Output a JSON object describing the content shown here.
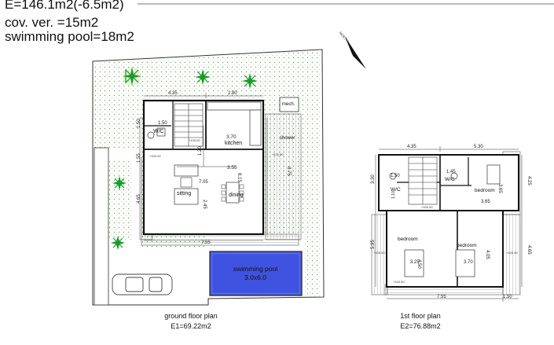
{
  "header": {
    "area_total": "E=146.1m2(-6.5m2)",
    "covered_veranda": "cov. ver. =15m2",
    "swimming_pool_area": "swimming pool=18m2"
  },
  "ground_floor": {
    "caption": "ground floor plan",
    "area": "E1=69.22m2",
    "dims": {
      "top_left": "4.35",
      "top_right": "2.80",
      "wc_width": "1.50",
      "wc_height": "1.50",
      "kitchen_width": "3.70",
      "stair_gap": "1.20",
      "side_left": "1.55",
      "main_width": "3.55",
      "main_height": "8.15",
      "interior_mid": "7.05",
      "left_height": "4.65",
      "right_height": "8.75",
      "mid_small": "2.45",
      "bottom_width": "7.55"
    },
    "rooms": {
      "wc": "W/C",
      "kitchen": "kitchen",
      "sitting": "sitting",
      "dining": "dining",
      "mech": "mech.",
      "shower": "shower",
      "pool_line1": "swimming pool",
      "pool_line2": "3.0x6.0"
    },
    "levels": {
      "l1": "+100.00",
      "l2": "+100.00",
      "l3": "+100.50"
    }
  },
  "first_floor": {
    "caption": "1st floor plan",
    "area": "E2=76.88m2",
    "dims": {
      "top_left": "4.35",
      "top_right": "5.30",
      "left_top": "3.30",
      "wc_w": "1.50",
      "wc2_w": "1.45",
      "bedroom_height": "3.65",
      "bedroom_width": "3.65",
      "side_right_top": "4.25",
      "left_bottom": "5.95",
      "bed1_w": "3.25",
      "bed1_h": "4.50",
      "bed2_w": "3.70",
      "bed2_h": "4.05",
      "right_bottom": "4.65",
      "bottom_width": "7.55",
      "bottom_extra": "1.50",
      "small_wc": "1.10"
    },
    "rooms": {
      "wc1": "W/C",
      "wc2": "W/C",
      "bedroom1": "bedroom",
      "bedroom2": "bedroom",
      "bedroom3": "bedroom"
    },
    "levels": {
      "l1": "+100.00",
      "l2": "+100.00",
      "l3": "+100.00",
      "l4": "+100.00"
    }
  },
  "north_label": "NORTH",
  "colors": {
    "line": "#222222",
    "garden_dot": "#7db36a",
    "tree": "#1a9a2a",
    "tree_halo": "#d8ecc0",
    "pool": "#3f5be0",
    "deck": "#bdbdbd"
  }
}
